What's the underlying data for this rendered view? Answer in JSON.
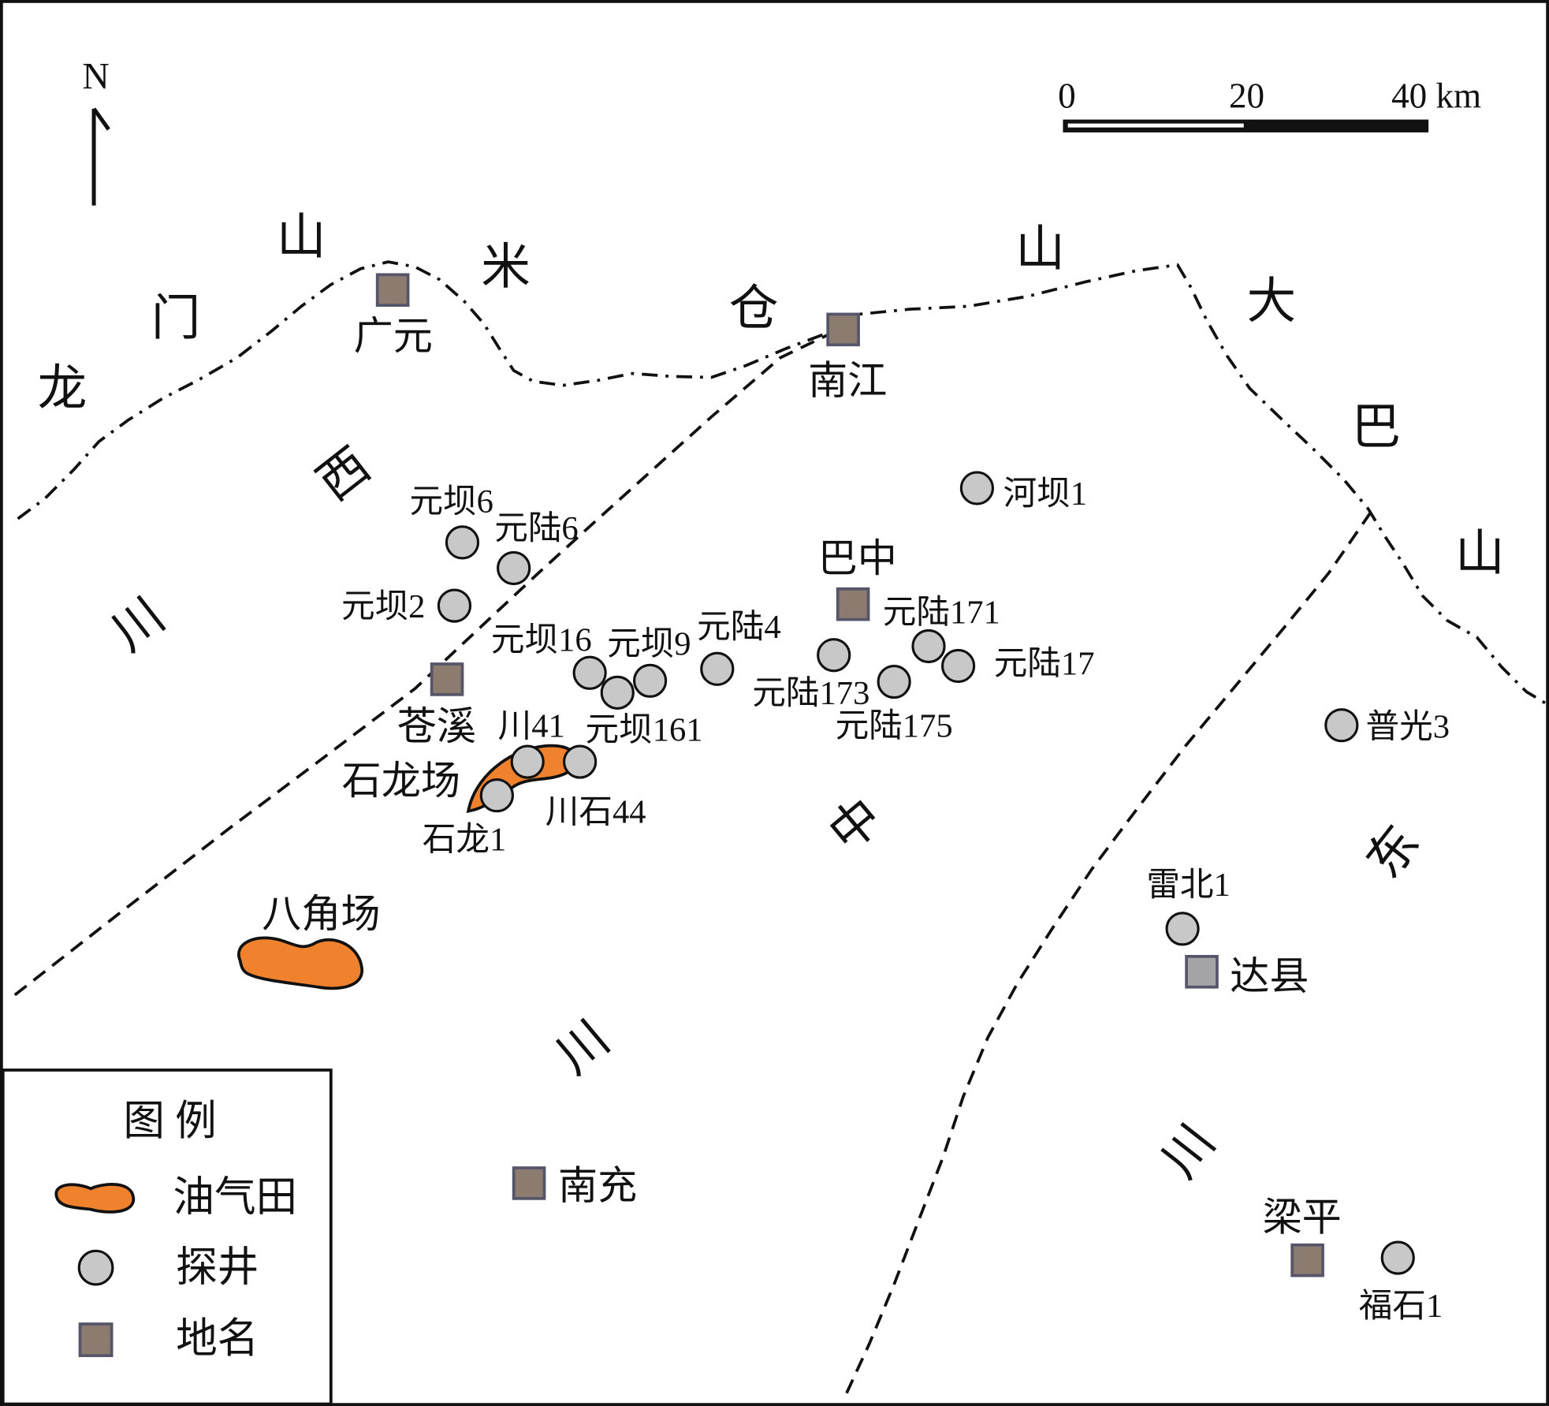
{
  "map": {
    "north": "N",
    "scale_bar": {
      "labels": [
        "0",
        "20",
        "40 km"
      ]
    },
    "mountain_labels": [
      {
        "chars": [
          "龙",
          "门",
          "山"
        ]
      },
      {
        "chars": [
          "米",
          "仓",
          "山"
        ]
      },
      {
        "chars": [
          "大",
          "巴",
          "山"
        ]
      }
    ],
    "region_labels": [
      {
        "chars": [
          "川",
          "西"
        ]
      },
      {
        "chars": [
          "川",
          "中"
        ]
      },
      {
        "chars": [
          "川",
          "东"
        ]
      }
    ],
    "places": [
      {
        "name": "广元"
      },
      {
        "name": "南江"
      },
      {
        "name": "巴中"
      },
      {
        "name": "苍溪"
      },
      {
        "name": "南充"
      },
      {
        "name": "达县"
      },
      {
        "name": "梁平"
      }
    ],
    "fields": [
      {
        "name": "石龙场"
      },
      {
        "name": "八角场"
      }
    ],
    "wells": [
      {
        "name": "河坝1"
      },
      {
        "name": "元坝6"
      },
      {
        "name": "元陆6"
      },
      {
        "name": "元坝2"
      },
      {
        "name": "元坝16"
      },
      {
        "name": "元坝9"
      },
      {
        "name": "元陆4"
      },
      {
        "name": "元陆171"
      },
      {
        "name": "元陆173"
      },
      {
        "name": "元陆17"
      },
      {
        "name": "元陆175"
      },
      {
        "name": "元坝161"
      },
      {
        "name": "川41"
      },
      {
        "name": "川石44"
      },
      {
        "name": "石龙1"
      },
      {
        "name": "普光3"
      },
      {
        "name": "雷北1"
      },
      {
        "name": "福石1"
      }
    ]
  },
  "legend": {
    "title": "图 例",
    "items": [
      {
        "label": "油气田",
        "icon": "oil-gas-field-icon"
      },
      {
        "label": "探井",
        "icon": "exploration-well-icon"
      },
      {
        "label": "地名",
        "icon": "place-name-icon"
      }
    ]
  },
  "colors": {
    "field": "#F0822E",
    "well": "#C8C8C8",
    "place": "#8C7B6F",
    "place_alt": "#A4A4A6",
    "place_border": "#56566A",
    "line": "#111111"
  }
}
